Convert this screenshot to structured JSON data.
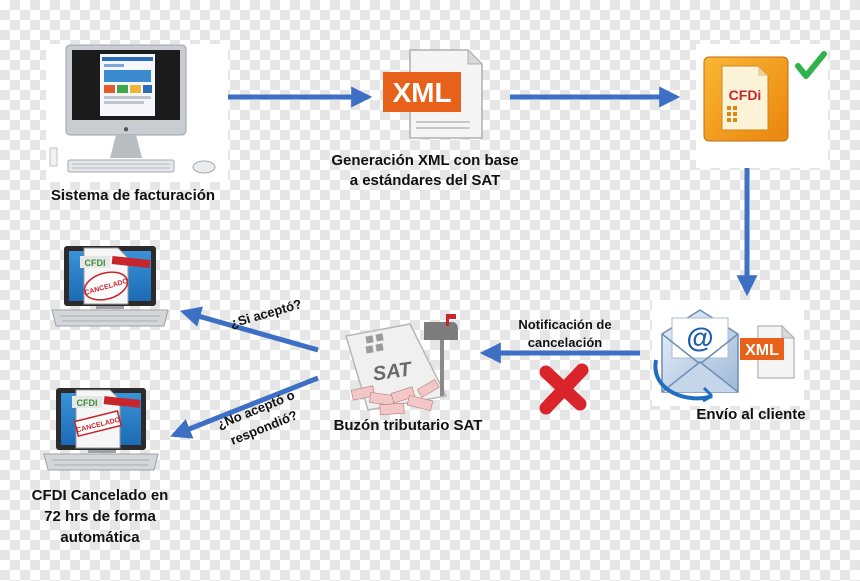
{
  "labels": {
    "billing_system": "Sistema de facturación",
    "xml_gen_line1": "Generación XML con base",
    "xml_gen_line2": "a estándares del SAT",
    "send_client": "Envío al cliente",
    "notification_line1": "Notificación de",
    "notification_line2": "cancelación",
    "tax_mailbox": "Buzón tributario SAT",
    "accepted": "¿Si aceptó?",
    "not_accepted_line1": "¿No aceptó o",
    "not_accepted_line2": "respondió?",
    "cancelled_line1": "CFDI Cancelado en",
    "cancelled_line2": "72 hrs de forma",
    "cancelled_line3": "automática"
  },
  "icons": {
    "xml_doc_text": "XML",
    "cfdi_doc_text": "CFDi",
    "laptop_cfdi_text": "CFDI",
    "stamp_text": "CANCELADO",
    "sat_text": "SAT",
    "email_xml_text": "XML"
  },
  "colors": {
    "arrow": "#3d6fc4",
    "xml_orange": "#e8611a",
    "cfdi_orange": "#f39a12",
    "check_green": "#2fb34a",
    "cross_red": "#d9242b",
    "stamp_red": "#c8242b"
  }
}
